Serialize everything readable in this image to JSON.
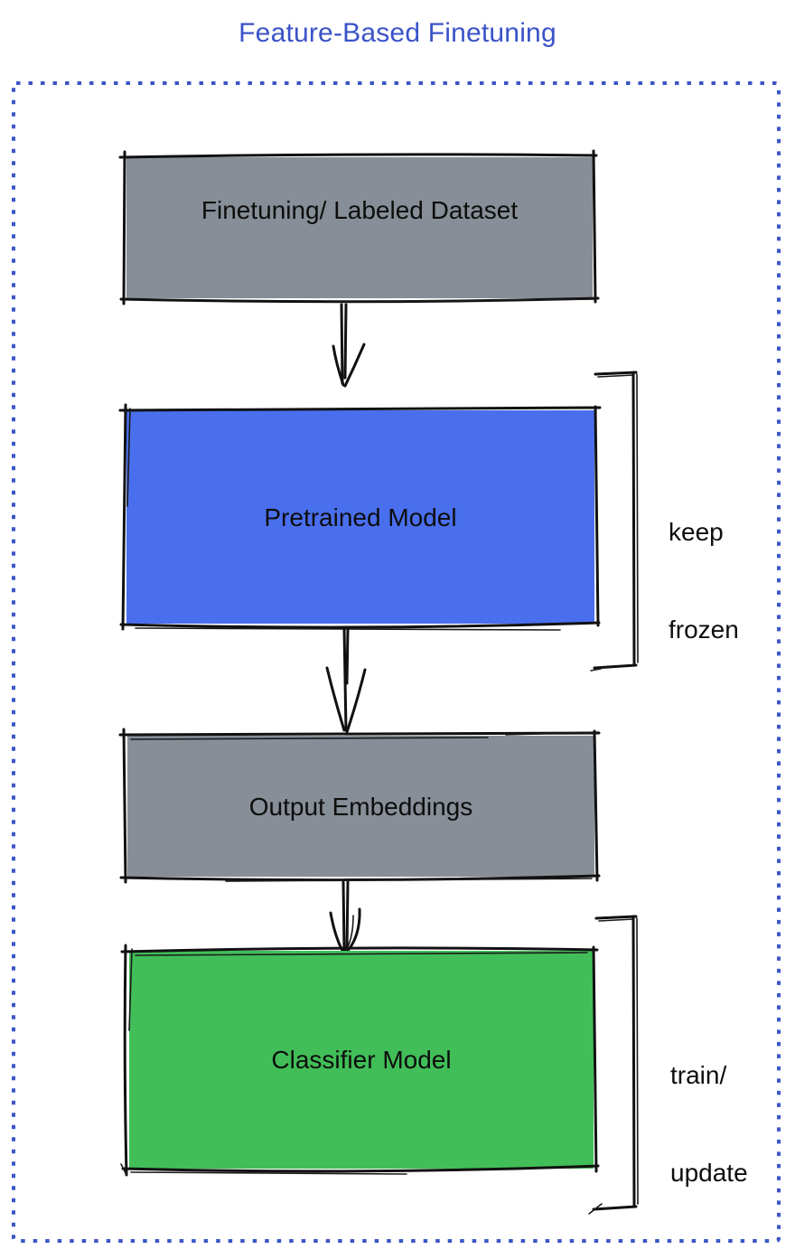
{
  "title": "Feature-Based Finetuning",
  "colors": {
    "title_blue": "#3B53C8",
    "frame_blue": "#3C56C6",
    "node_gray": "#878E97",
    "node_blue": "#4A6FEE",
    "node_green": "#41BE58",
    "ink": "#111111"
  },
  "nodes": [
    {
      "id": "finetuning-dataset",
      "label": "Finetuning/ Labeled Dataset",
      "fill": "#878E97"
    },
    {
      "id": "pretrained-model",
      "label": "Pretrained Model",
      "fill": "#4A6FEE"
    },
    {
      "id": "output-embeddings",
      "label": "Output Embeddings",
      "fill": "#878E97"
    },
    {
      "id": "classifier-model",
      "label": "Classifier Model",
      "fill": "#41BE58"
    }
  ],
  "connections": [
    {
      "from": "finetuning-dataset",
      "to": "pretrained-model"
    },
    {
      "from": "pretrained-model",
      "to": "output-embeddings"
    },
    {
      "from": "output-embeddings",
      "to": "classifier-model"
    }
  ],
  "annotations": [
    {
      "id": "keep-frozen",
      "line1": "keep",
      "line2": "frozen",
      "applies_to": "pretrained-model"
    },
    {
      "id": "train-update",
      "line1": "train/",
      "line2": "update",
      "applies_to": "classifier-model"
    }
  ]
}
